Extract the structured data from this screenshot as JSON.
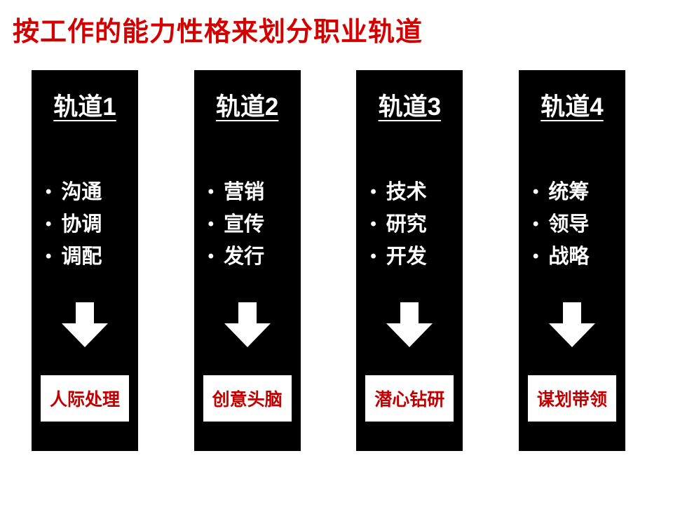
{
  "title": "按工作的能力性格来划分职业轨道",
  "bullet": "•",
  "colors": {
    "title_red": "#d40000",
    "column_bg": "#000000",
    "label_red": "#c00000",
    "background": "#ffffff"
  },
  "columns": [
    {
      "title": "轨道1",
      "items": [
        "沟通",
        "协调",
        "调配"
      ],
      "label": "人际处理"
    },
    {
      "title": "轨道2",
      "items": [
        "营销",
        "宣传",
        "发行"
      ],
      "label": "创意头脑"
    },
    {
      "title": "轨道3",
      "items": [
        "技术",
        "研究",
        "开发"
      ],
      "label": "潜心钻研"
    },
    {
      "title": "轨道4",
      "items": [
        "统筹",
        "领导",
        "战略"
      ],
      "label": "谋划带领"
    }
  ]
}
